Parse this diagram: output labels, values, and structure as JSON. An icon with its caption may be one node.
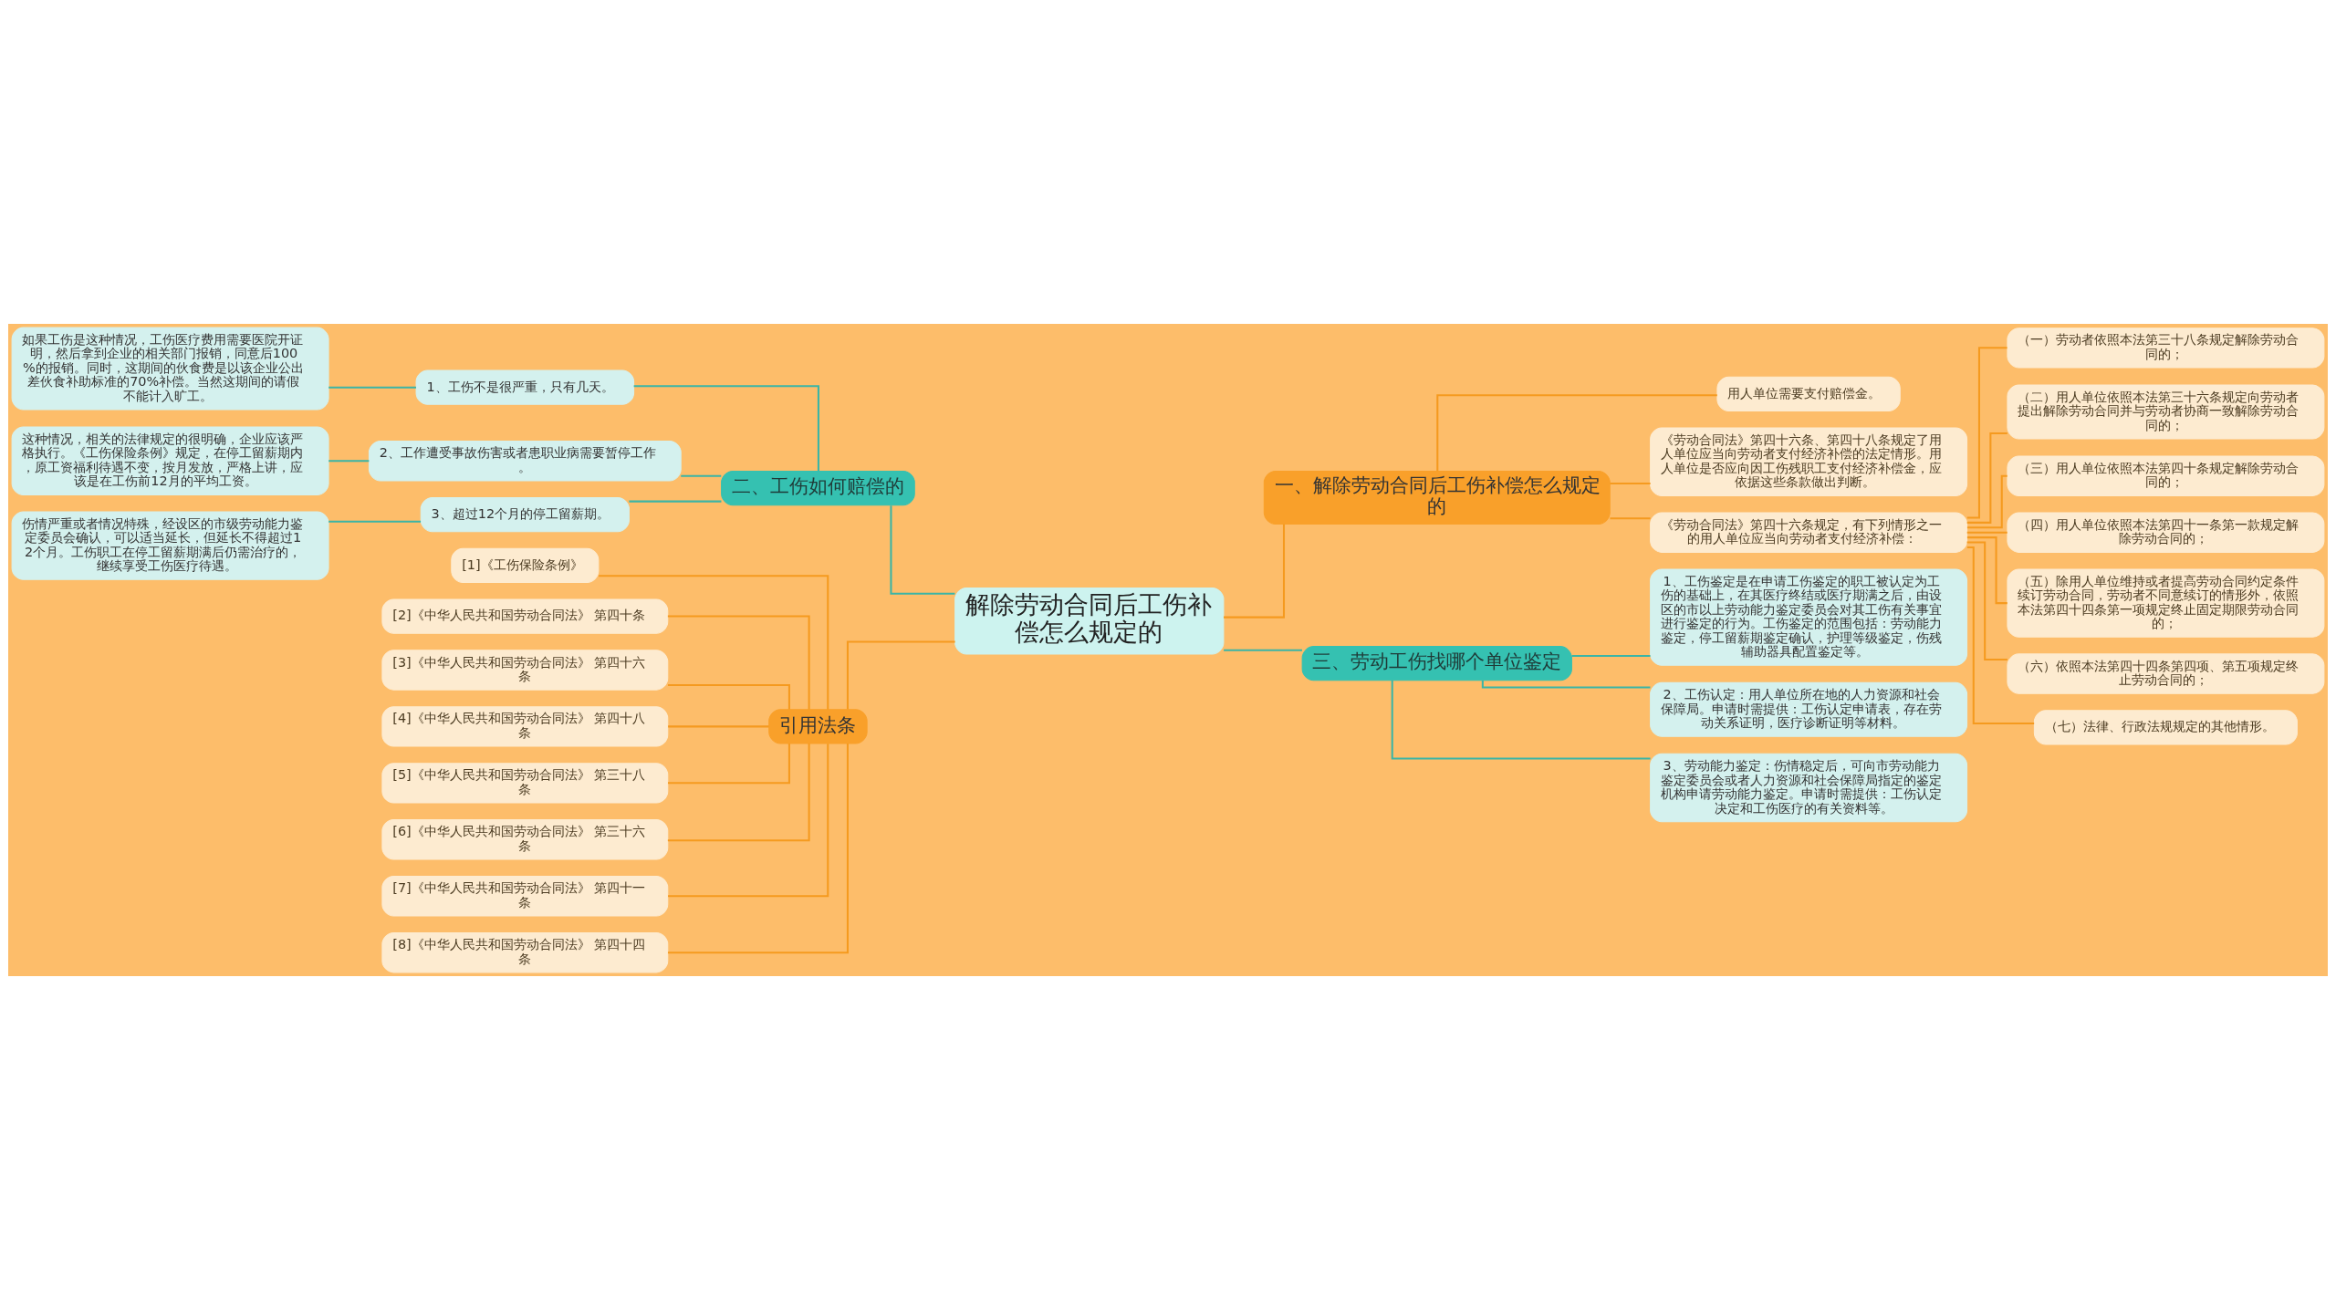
{
  "diagram": {
    "nodes": [
      {
        "text": [
          "解除劳动合同后工伤补偿怎么规定的"
        ]
      },
      {
        "text": [
          "一、解除劳动合同后工伤补偿怎么规定的"
        ]
      },
      {
        "text": [
          "用人单位需要支付赔偿金。"
        ]
      },
      {
        "text": [
          "《劳动合同法》第四十六条、第四十八条规定了用人单位应当向劳动者支付经济补偿的法定情形。用人单位是否应向因工伤残职工支付经济补偿金，应依据这些条款做出判断。"
        ]
      },
      {
        "text": [
          "《劳动合同法》第四十六条规定，有下列情形之一的用人单位应当向劳动者支付经济补偿："
        ]
      },
      {
        "text": [
          "（一）劳动者依照本法第三十八条规定解除劳动合同的；"
        ]
      },
      {
        "text": [
          "（二）用人单位依照本法第三十六条规定向劳动者提出解除劳动合同并与劳动者协商一致解除劳动合同的；"
        ]
      },
      {
        "text": [
          "（三）用人单位依照本法第四十条规定解除劳动合同的；"
        ]
      },
      {
        "text": [
          "（四）用人单位依照本法第四十一条第一款规定解除劳动合同的；"
        ]
      },
      {
        "text": [
          "（五）除用人单位维持或者提高劳动合同约定条件续订劳动合同，劳动者不同意续订的情形外，依照本法第四十四条第一项规定终止固定期限劳动合同的；"
        ]
      },
      {
        "text": [
          "（六）依照本法第四十四条第四项、第五项规定终止劳动合同的；"
        ]
      },
      {
        "text": [
          "（七）法律、行政法规规定的其他情形。"
        ]
      },
      {
        "text": [
          "三、劳动工伤找哪个单位鉴定"
        ]
      },
      {
        "text": [
          "1、工伤鉴定是在申请工伤鉴定的职工被认定为工伤的基础上，在其医疗终结或医疗期满之后，由设区的市以上劳动能力鉴定委员会对其工伤有关事宜进行鉴定的行为。工伤鉴定的范围包括：劳动能力鉴定，停工留薪期鉴定确认，护理等级鉴定，伤残辅助器具配置鉴定等。"
        ]
      },
      {
        "text": [
          "2、工伤认定：用人单位所在地的人力资源和社会保障局。申请时需提供：工伤认定申请表，存在劳动关系证明，医疗诊断证明等材料。"
        ]
      },
      {
        "text": [
          "3、劳动能力鉴定：伤情稳定后，可向市劳动能力鉴定委员会或者人力资源和社会保障局指定的鉴定机构申请劳动能力鉴定。申请时需提供：工伤认定决定和工伤医疗的有关资料等。"
        ]
      },
      {
        "text": [
          "二、工伤如何赔偿的"
        ]
      },
      {
        "text": [
          "1、工伤不是很严重，只有几天。"
        ]
      },
      {
        "text": [
          "如果工伤是这种情况，工伤医疗费用需要医院开证明，然后拿到企业的相关部门报销，同意后100%的报销。同时，这期间的伙食费是以该企业公出差伙食补助标准的70%补偿。当然这期间的请假不能计入旷工。"
        ]
      },
      {
        "text": [
          "2、工作遭受事故伤害或者患职业病需要暂停工作。"
        ]
      },
      {
        "text": [
          "这种情况，相关的法律规定的很明确，企业应该严格执行。《工伤保险条例》规定，在停工留薪期内，原工资福利待遇不变，按月发放，严格上讲，应该是在工伤前12月的平均工资。"
        ]
      },
      {
        "text": [
          "3、超过12个月的停工留薪期。"
        ]
      },
      {
        "text": [
          "伤情严重或者情况特殊，经设区的市级劳动能力鉴定委员会确认，可以适当延长，但延长不得超过12个月。工伤职工在停工留薪期满后仍需治疗的，继续享受工伤医疗待遇。"
        ]
      },
      {
        "text": [
          "引用法条"
        ]
      },
      {
        "text": [
          "[1]《工伤保险条例》"
        ]
      },
      {
        "text": [
          "[2]《中华人民共和国劳动合同法》 第四十条"
        ]
      },
      {
        "text": [
          "[3]《中华人民共和国劳动合同法》 第四十六条"
        ]
      },
      {
        "text": [
          "[4]《中华人民共和国劳动合同法》 第四十八条"
        ]
      },
      {
        "text": [
          "[5]《中华人民共和国劳动合同法》 第三十八条"
        ]
      },
      {
        "text": [
          "[6]《中华人民共和国劳动合同法》 第三十六条"
        ]
      },
      {
        "text": [
          "[7]《中华人民共和国劳动合同法》 第四十一条"
        ]
      },
      {
        "text": [
          "[8]《中华人民共和国劳动合同法》 第四十四条"
        ]
      }
    ],
    "edges": [
      {
        "from": 0,
        "to": 1,
        "arrow": "none"
      },
      {
        "from": 1,
        "to": 2,
        "arrow": "none"
      },
      {
        "from": 1,
        "to": 3,
        "arrow": "none"
      },
      {
        "from": 1,
        "to": 4,
        "arrow": "none"
      },
      {
        "from": 4,
        "to": 5,
        "arrow": "none"
      },
      {
        "from": 4,
        "to": 6,
        "arrow": "none"
      },
      {
        "from": 4,
        "to": 7,
        "arrow": "none"
      },
      {
        "from": 4,
        "to": 8,
        "arrow": "none"
      },
      {
        "from": 4,
        "to": 9,
        "arrow": "none"
      },
      {
        "from": 4,
        "to": 10,
        "arrow": "none"
      },
      {
        "from": 4,
        "to": 11,
        "arrow": "none"
      },
      {
        "from": 0,
        "to": 12,
        "arrow": "none",
        "color": "#3bb5a6"
      },
      {
        "from": 12,
        "to": 13,
        "arrow": "none",
        "color": "#3bb5a6"
      },
      {
        "from": 12,
        "to": 14,
        "arrow": "none",
        "color": "#3bb5a6"
      },
      {
        "from": 12,
        "to": 15,
        "arrow": "none",
        "color": "#3bb5a6"
      },
      {
        "from": 0,
        "to": 16,
        "arrow": "none",
        "color": "#3bb5a6"
      },
      {
        "from": 16,
        "to": 17,
        "arrow": "none",
        "color": "#3bb5a6"
      },
      {
        "from": 17,
        "to": 18,
        "arrow": "none",
        "color": "#3bb5a6"
      },
      {
        "from": 16,
        "to": 19,
        "arrow": "none",
        "color": "#3bb5a6"
      },
      {
        "from": 19,
        "to": 20,
        "arrow": "none",
        "color": "#3bb5a6"
      },
      {
        "from": 16,
        "to": 21,
        "arrow": "none",
        "color": "#3bb5a6"
      },
      {
        "from": 21,
        "to": 22,
        "arrow": "none",
        "color": "#3bb5a6"
      },
      {
        "from": 0,
        "to": 23,
        "arrow": "none"
      },
      {
        "from": 23,
        "to": 24,
        "arrow": "none"
      },
      {
        "from": 23,
        "to": 25,
        "arrow": "none"
      },
      {
        "from": 23,
        "to": 26,
        "arrow": "none"
      },
      {
        "from": 23,
        "to": 27,
        "arrow": "none"
      },
      {
        "from": 23,
        "to": 28,
        "arrow": "none"
      },
      {
        "from": 23,
        "to": 29,
        "arrow": "none"
      },
      {
        "from": 23,
        "to": 30,
        "arrow": "none"
      },
      {
        "from": 23,
        "to": 31,
        "arrow": "none"
      }
    ]
  }
}
